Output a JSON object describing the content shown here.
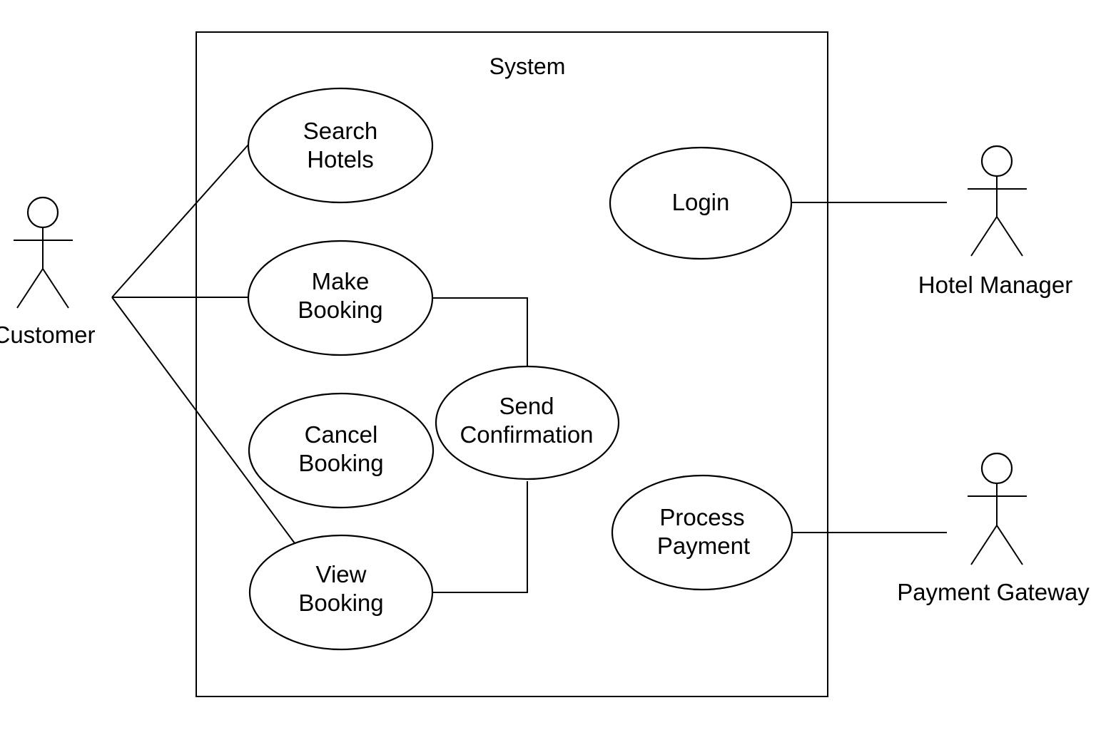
{
  "system": {
    "title": "System"
  },
  "actors": {
    "customer": "Customer",
    "hotel_manager": "Hotel Manager",
    "payment_gateway": "Payment Gateway"
  },
  "use_cases": {
    "search_hotels": [
      "Search",
      "Hotels"
    ],
    "make_booking": [
      "Make",
      "Booking"
    ],
    "cancel_booking": [
      "Cancel",
      "Booking"
    ],
    "view_booking": [
      "View",
      "Booking"
    ],
    "send_confirmation": [
      "Send",
      "Confirmation"
    ],
    "login": [
      "Login"
    ],
    "process_payment": [
      "Process",
      "Payment"
    ]
  },
  "associations": [
    [
      "Customer",
      "Search Hotels"
    ],
    [
      "Customer",
      "Make Booking"
    ],
    [
      "Customer",
      "View Booking"
    ],
    [
      "Make Booking",
      "Send Confirmation"
    ],
    [
      "View Booking",
      "Send Confirmation"
    ],
    [
      "Login",
      "Hotel Manager"
    ],
    [
      "Process Payment",
      "Payment Gateway"
    ]
  ]
}
